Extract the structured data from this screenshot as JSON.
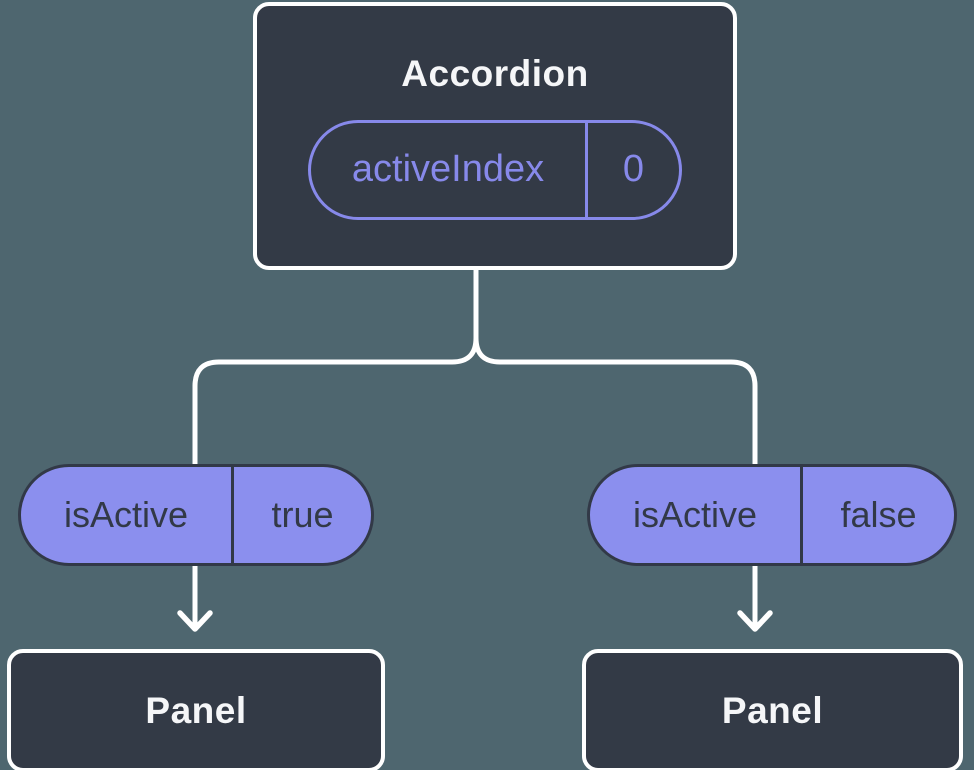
{
  "colors": {
    "background": "#4e666f",
    "node_fill": "#333a46",
    "node_text": "#f5f6f8",
    "line": "#ffffff",
    "accent": "#8789ea",
    "pill_fill": "#8b8fee",
    "pill_text": "#323947"
  },
  "tree": {
    "root": {
      "label": "Accordion",
      "state": {
        "name": "activeIndex",
        "value": "0"
      }
    },
    "branches": [
      {
        "prop": {
          "name": "isActive",
          "value": "true"
        },
        "child": {
          "label": "Panel"
        }
      },
      {
        "prop": {
          "name": "isActive",
          "value": "false"
        },
        "child": {
          "label": "Panel"
        }
      }
    ],
    "connectors": {
      "shape": "forked-curve",
      "from": "Accordion",
      "arrow": "down",
      "targets": [
        "left prop pill to left Panel",
        "right prop pill to right Panel"
      ]
    }
  }
}
